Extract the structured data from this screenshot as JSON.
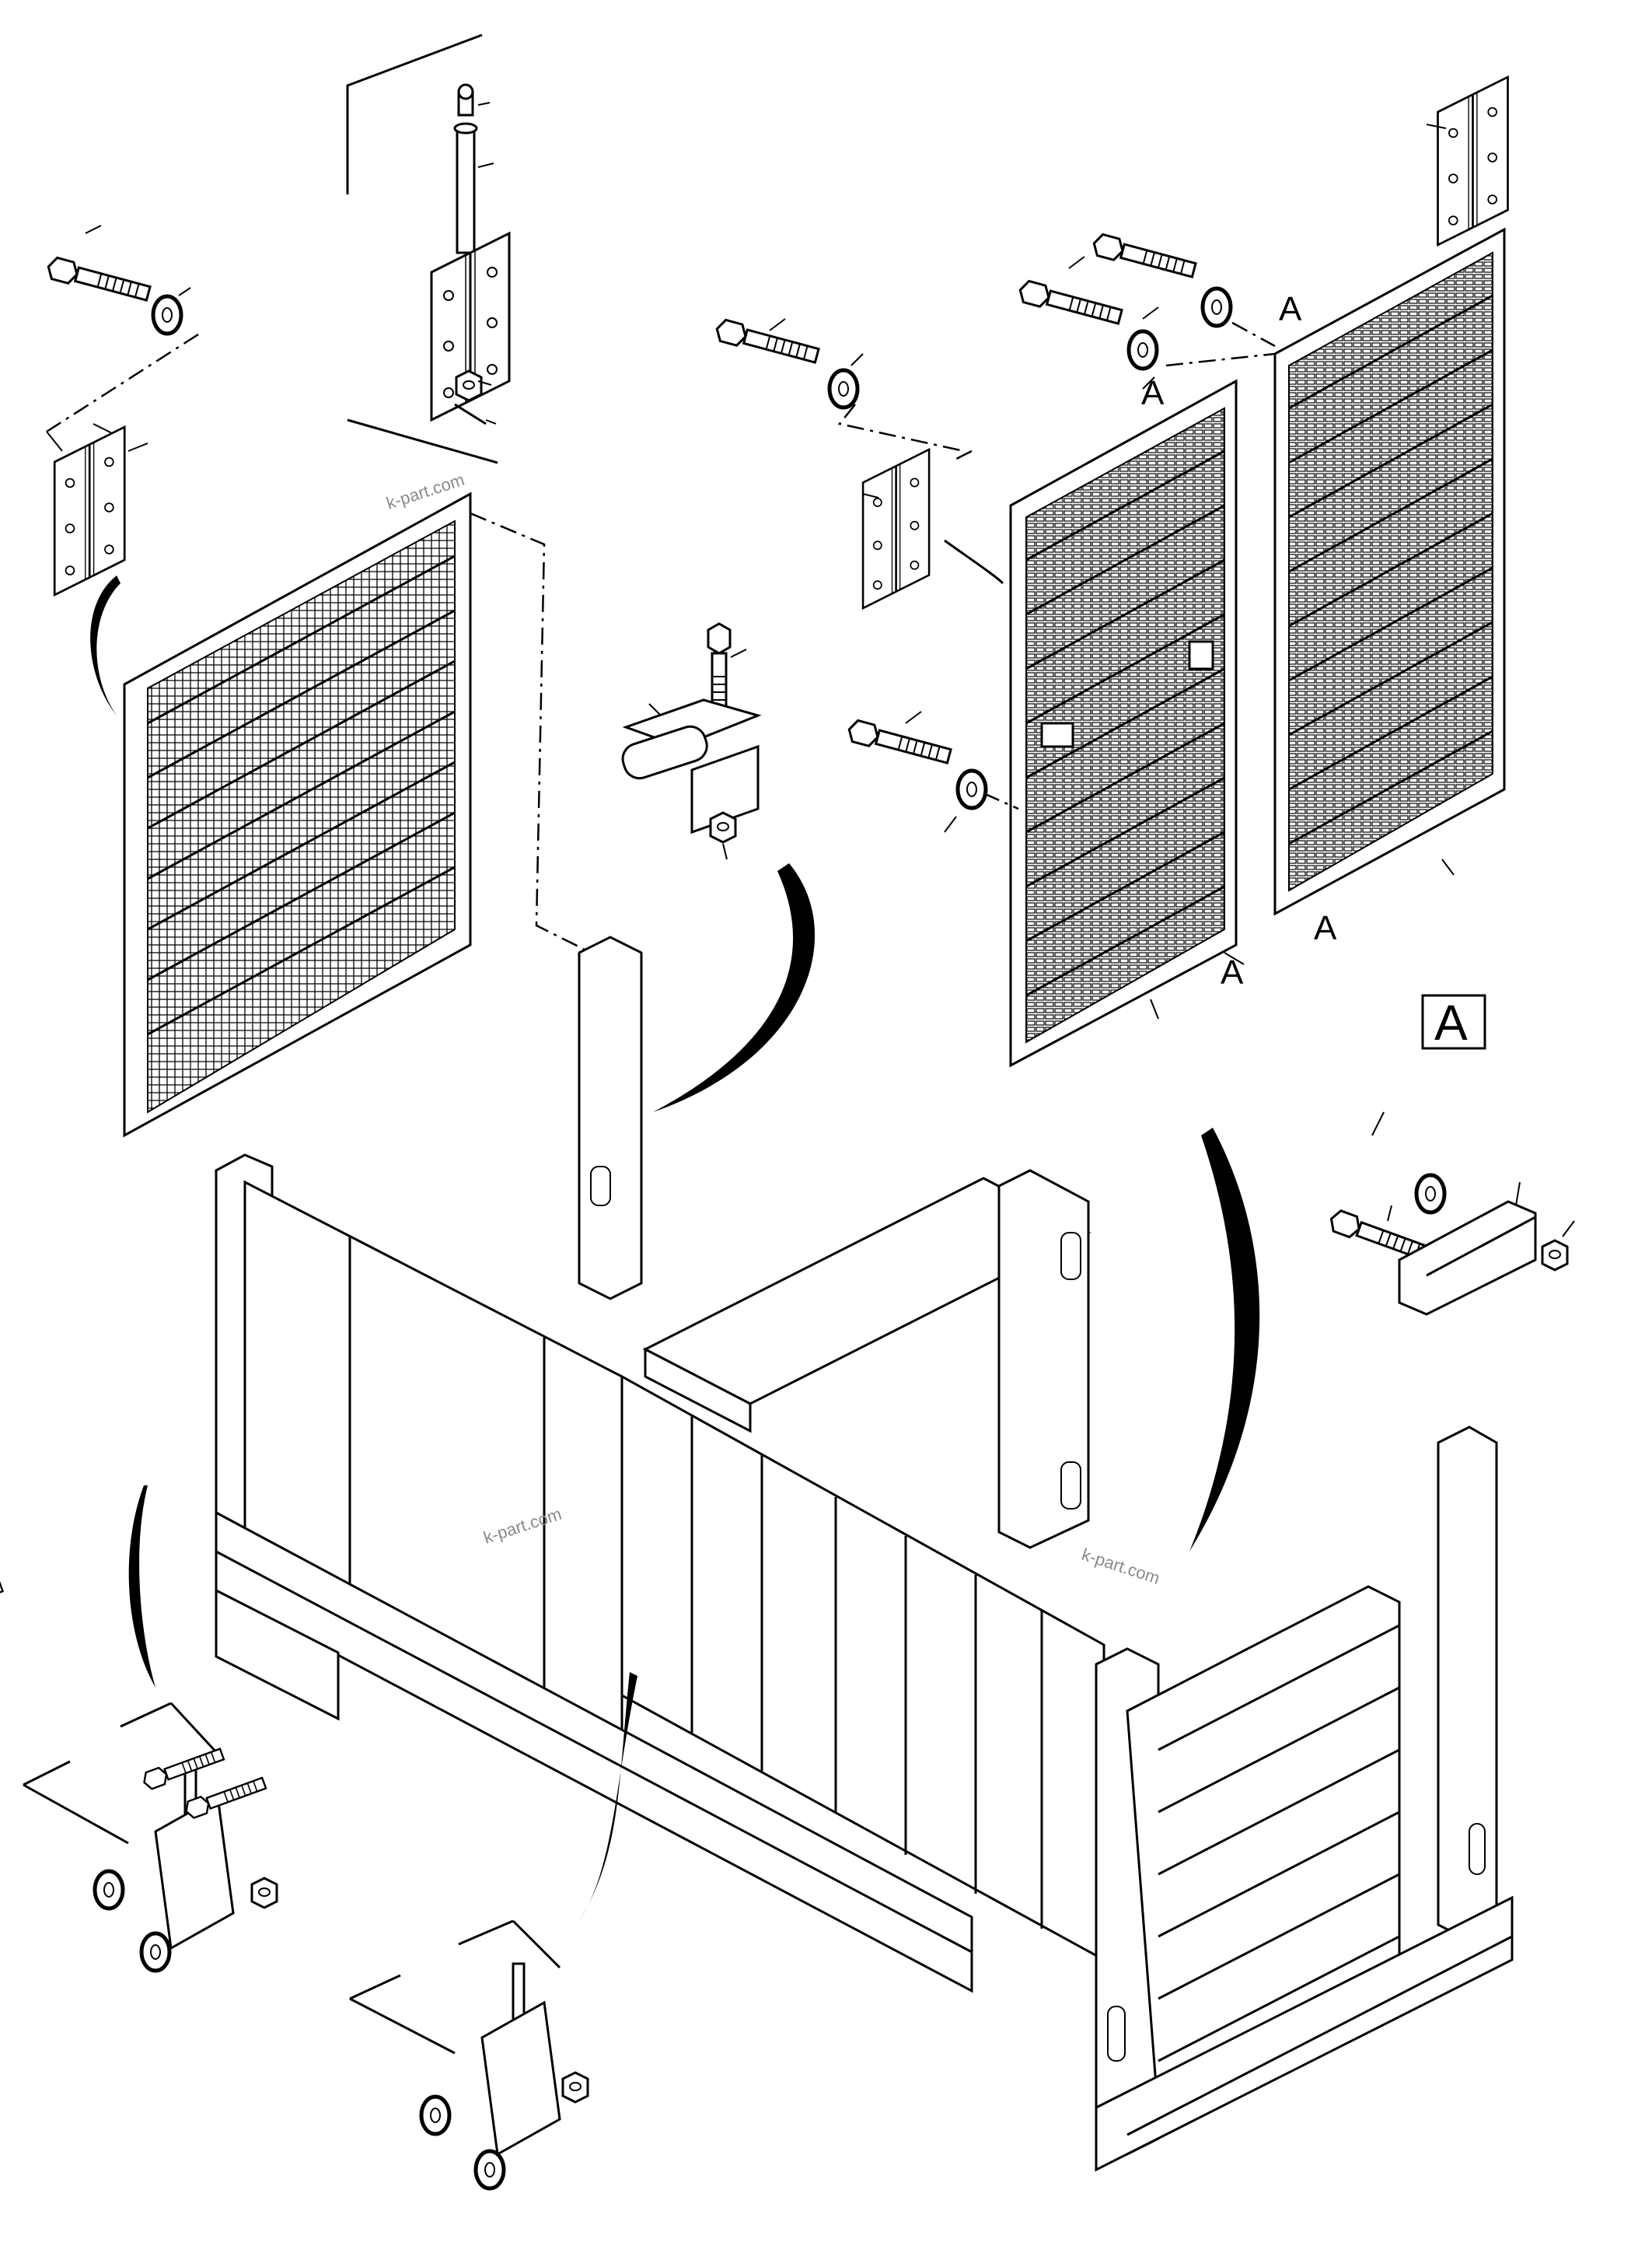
{
  "labels": {
    "callout_letter": "A",
    "view_label": "A"
  },
  "watermark": "k-part.com",
  "colors": {
    "line": "#000000",
    "background": "#ffffff",
    "watermark": "#8a8a8a"
  },
  "icons": {
    "bolt": "bolt-icon",
    "washer": "washer-icon",
    "nut": "nut-icon",
    "hinge": "hinge-icon",
    "pin": "pin-icon"
  }
}
